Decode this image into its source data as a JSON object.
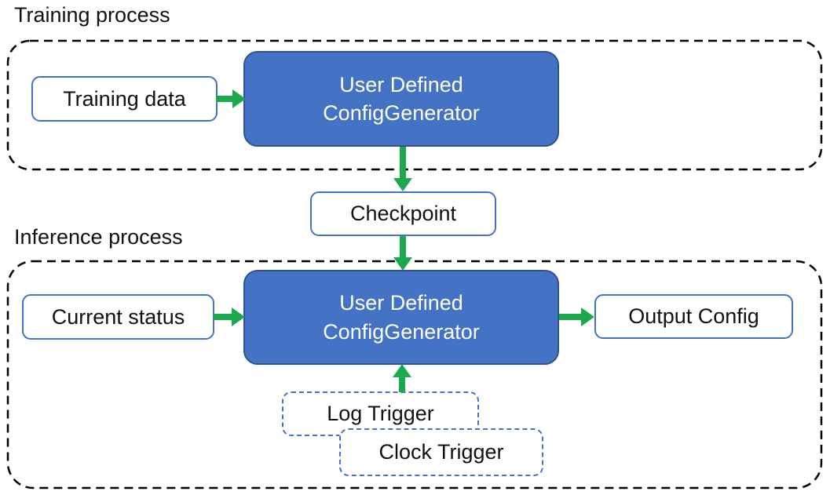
{
  "colors": {
    "box_blue_fill": "#4472C4",
    "box_blue_border": "#2F528F",
    "light_box_border": "#4472C4",
    "trigger_border": "#4472C4",
    "arrow_green": "#1BA94D",
    "container_border": "#000000",
    "text_dark": "#111111",
    "text_light": "#FFFFFF",
    "page_bg": "#FFFFFF"
  },
  "training": {
    "label": "Training process",
    "input_box": "Training data",
    "generator_line1": "User Defined",
    "generator_line2": "ConfigGenerator"
  },
  "checkpoint": {
    "label": "Checkpoint"
  },
  "inference": {
    "label": "Inference process",
    "input_box": "Current status",
    "generator_line1": "User Defined",
    "generator_line2": "ConfigGenerator",
    "output_box": "Output Config",
    "log_trigger": "Log Trigger",
    "clock_trigger": "Clock Trigger"
  }
}
